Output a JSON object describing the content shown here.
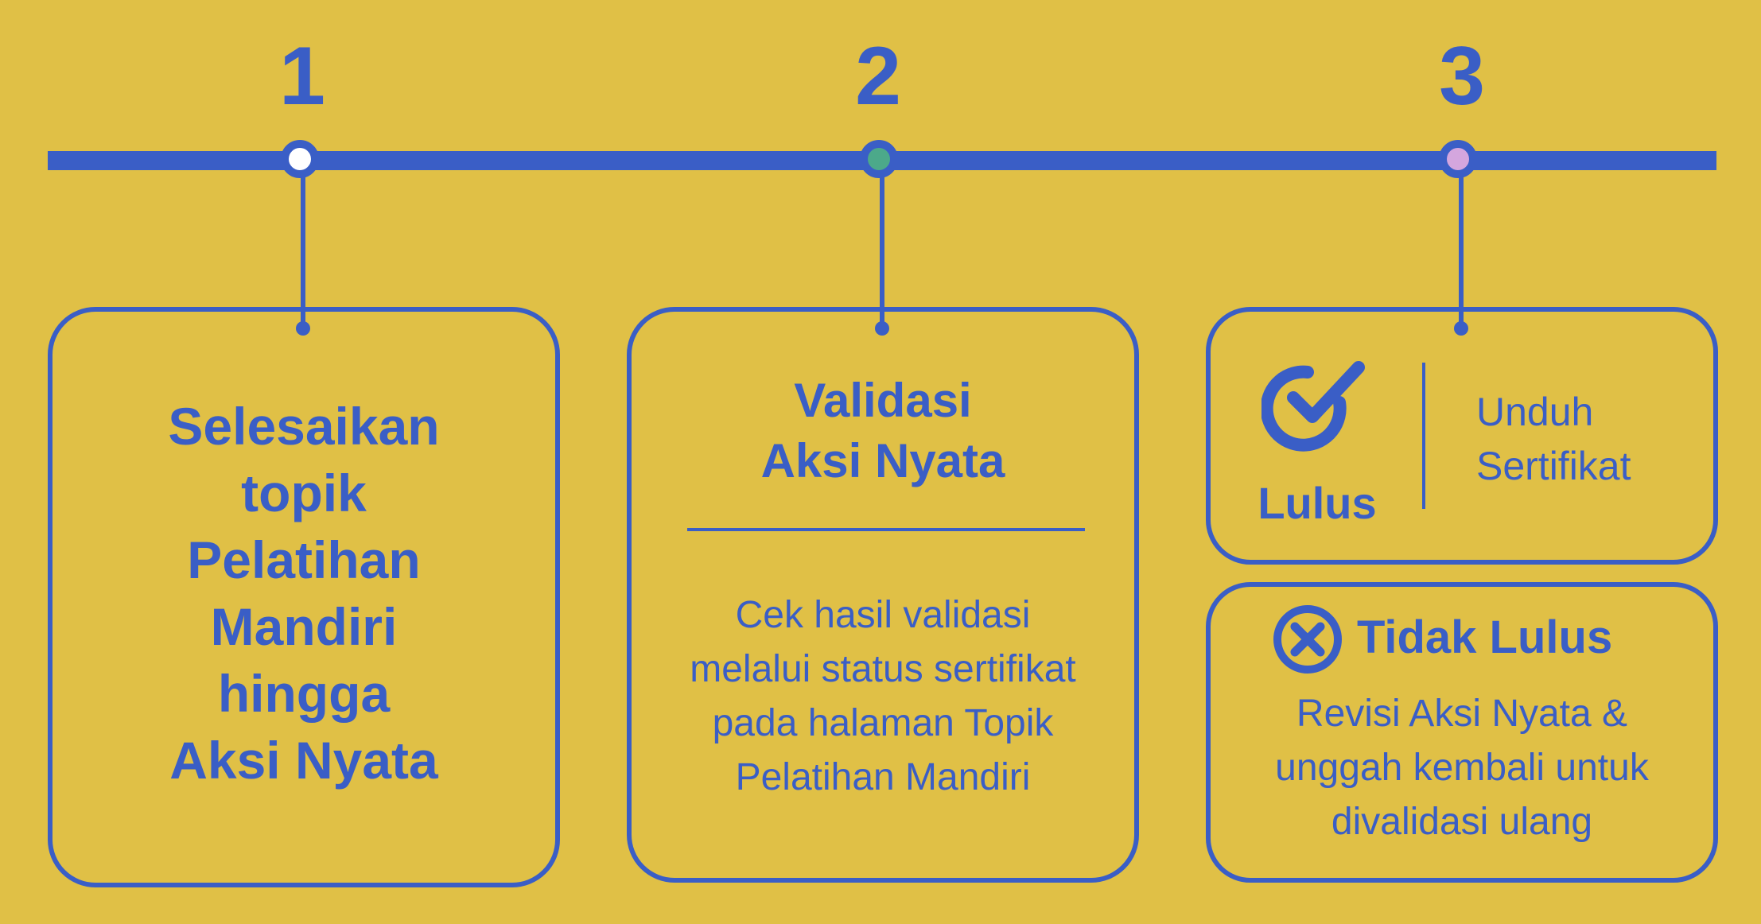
{
  "colors": {
    "background": "#E0C046",
    "primary": "#3A5EC6",
    "node1_fill": "#FFFFFF",
    "node2_fill": "#4CA98A",
    "node3_fill": "#D4A6DE"
  },
  "steps": [
    {
      "number": "1",
      "node_icon": "circle-node-icon"
    },
    {
      "number": "2",
      "node_icon": "circle-node-icon"
    },
    {
      "number": "3",
      "node_icon": "circle-node-icon"
    }
  ],
  "card1": {
    "lines": [
      "Selesaikan",
      "topik",
      "Pelatihan",
      "Mandiri",
      "hingga",
      "Aksi Nyata"
    ]
  },
  "card2": {
    "title_lines": [
      "Validasi",
      "Aksi Nyata"
    ],
    "body_lines": [
      "Cek hasil validasi",
      "melalui status sertifikat",
      "pada halaman Topik",
      "Pelatihan Mandiri"
    ]
  },
  "card3a": {
    "icon": "check-circle-icon",
    "status": "Lulus",
    "action_lines": [
      "Unduh",
      "Sertifikat"
    ]
  },
  "card3b": {
    "icon": "x-circle-icon",
    "status": "Tidak Lulus",
    "body_lines": [
      "Revisi Aksi Nyata &",
      "unggah kembali untuk",
      "divalidasi ulang"
    ]
  }
}
